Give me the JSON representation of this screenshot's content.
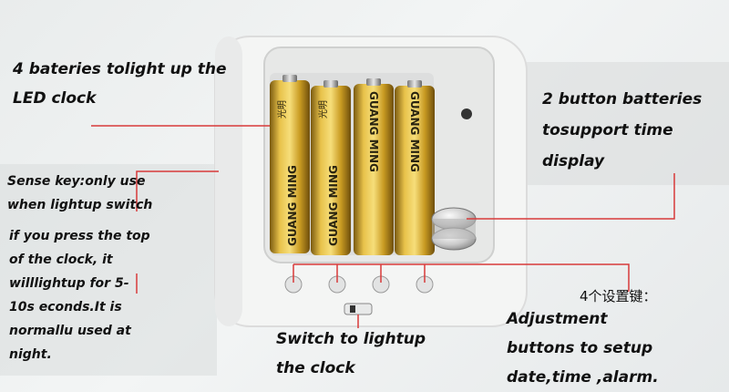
{
  "annotations": {
    "leds": "4 bateries tolight up the\nLED clock",
    "button_batteries": "2 button batteries\ntosupport  time\ndisplay",
    "sense_key": "Sense key:only use\nwhen lightup switch",
    "sense_detail": "if you press the top\nof the clock,  it\nwilllightup for 5-\n10s econds.It is\nnormallu used at\nnight.",
    "settings_cn": "4个设置键：",
    "adjustment": "Adjustment\nbuttons to setup\ndate,time ,alarm.",
    "switch": "Switch to lightup\nthe clock"
  },
  "battery_brand": {
    "latin": "GUANG MING",
    "chinese": "光明"
  },
  "colors": {
    "leader_line": "#d83a3a",
    "battery_gold": "#c9a02a",
    "battery_dark": "#2a2410"
  }
}
